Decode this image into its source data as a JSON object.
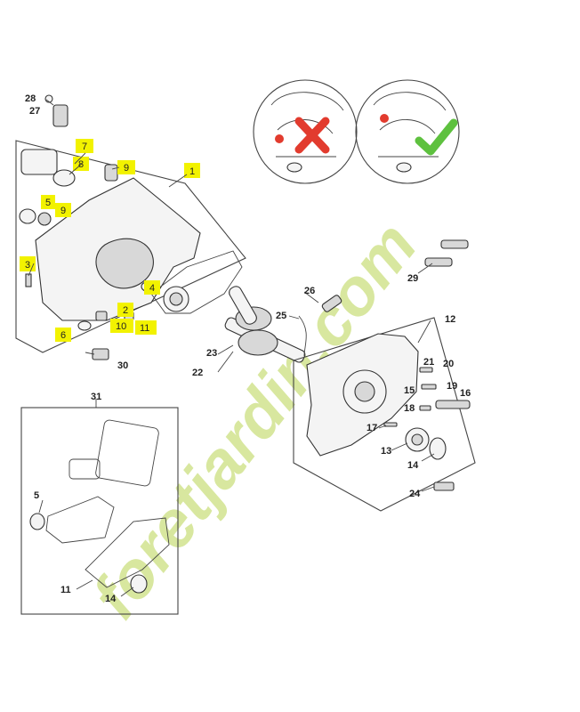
{
  "watermark": {
    "text": "foretjardin.com",
    "colors": {
      "green": "#cfe38a",
      "gold": "#f0c879",
      "gray": "#c9c1a9"
    }
  },
  "highlight_color": "#f2f200",
  "check_marks": {
    "wrong_color": "#e23b2e",
    "right_color": "#5ec13f"
  },
  "callouts": {
    "c1": "1",
    "c2": "2",
    "c3": "3",
    "c4": "4",
    "c5": "5",
    "c5b": "5",
    "c6": "6",
    "c7": "7",
    "c8": "8",
    "c9a": "9",
    "c9b": "9",
    "c10": "10",
    "c11a": "11",
    "c11b": "11",
    "c12": "12",
    "c13": "13",
    "c14a": "14",
    "c14b": "14",
    "c15": "15",
    "c16": "16",
    "c17": "17",
    "c18": "18",
    "c19": "19",
    "c20": "20",
    "c21": "21",
    "c22": "22",
    "c23": "23",
    "c24": "24",
    "c25": "25",
    "c26": "26",
    "c27": "27",
    "c28": "28",
    "c29": "29",
    "c30": "30",
    "c31": "31"
  }
}
